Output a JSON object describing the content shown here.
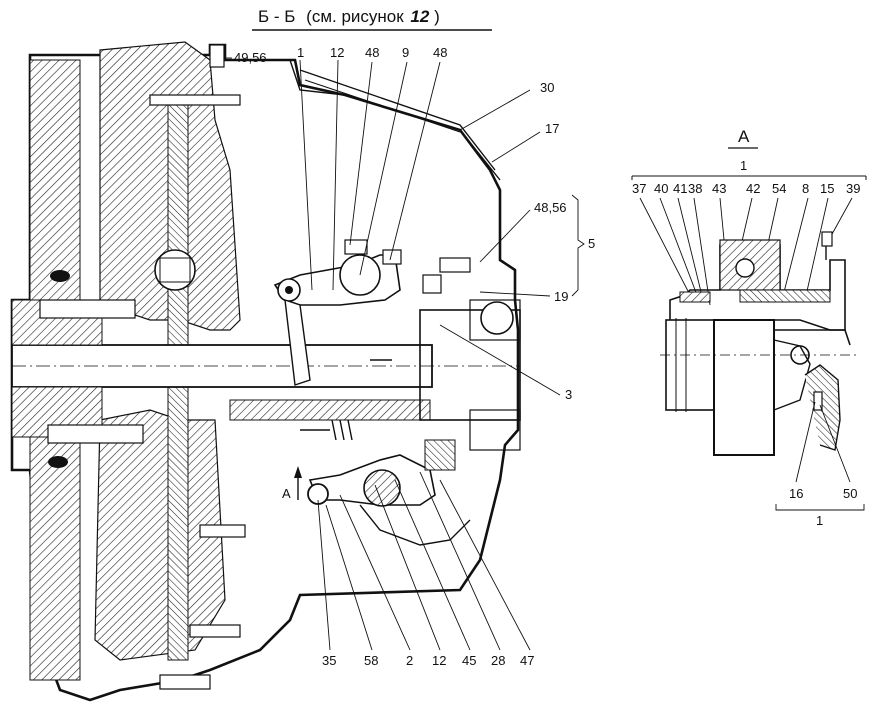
{
  "title": {
    "section": "Б - Б",
    "ref_prefix": "(см. рисунок",
    "ref_num": "12",
    "ref_suffix": ")"
  },
  "main_labels": [
    "49,56",
    "1",
    "12",
    "48",
    "9",
    "48",
    "30",
    "17",
    "48,56",
    "5",
    "19",
    "3",
    "А",
    "35",
    "58",
    "2",
    "12",
    "45",
    "28",
    "47"
  ],
  "detail": {
    "title": "А",
    "group_top": "1",
    "top_labels": [
      "37",
      "40",
      "41",
      "38",
      "43",
      "42",
      "54",
      "8",
      "15",
      "39"
    ],
    "bottom_labels": [
      "16",
      "50"
    ],
    "group_bottom": "1"
  }
}
